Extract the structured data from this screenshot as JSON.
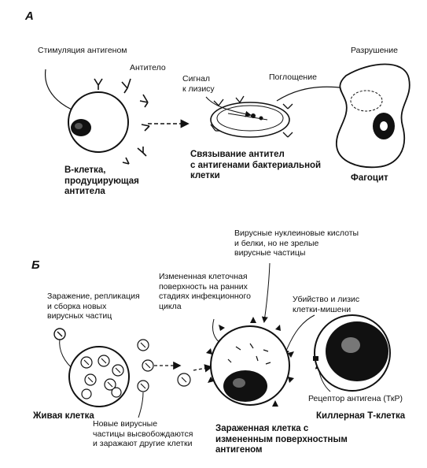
{
  "panel_a": {
    "letter": "А",
    "stimulation": "Стимуляция антигеном",
    "antibody": "Антитело",
    "signal": "Сигнал\nк лизису",
    "uptake": "Поглощение",
    "destruction": "Разрушение",
    "bcell": "В-клетка,\nпродуцирующая\nантитела",
    "binding": "Связывание антител\nс антигенами бактериальной\nклетки",
    "phagocyte": "Фагоцит"
  },
  "panel_b": {
    "letter": "Б",
    "viral_nucleic": "Вирусные нуклеиновые кислоты\nи белки, но не зрелые\nвирусные частицы",
    "altered_surface": "Измененная клеточная\nповерхность на ранних\nстадиях инфекционного\nцикла",
    "infection": "Заражение, репликация\nи сборка новых\nвирусных частиц",
    "killing": "Убийство и лизис\nклетки-мишени",
    "receptor": "Рецептор антигена (ТкР)",
    "living_cell": "Живая клетка",
    "new_particles": "Новые вирусные\nчастицы высвобождаются\nи заражают другие клетки",
    "infected_cell": "Зараженная клетка с\nизмененным поверхностным\nантигеном",
    "killer_t": "Киллерная Т-клетка"
  }
}
